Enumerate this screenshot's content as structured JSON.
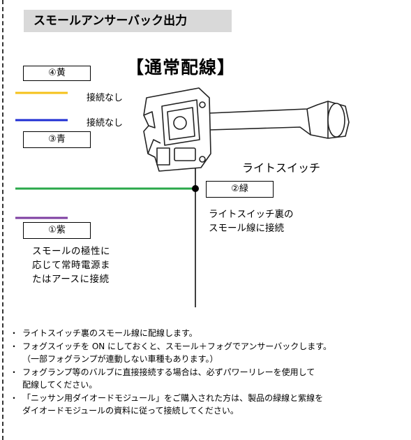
{
  "section_title": "スモールアンサーバック出力",
  "diagram_title": "【通常配線】",
  "wires": [
    {
      "label": "④黄",
      "note": "接続なし",
      "color": "#f5c11a"
    },
    {
      "label": "③青",
      "note": "接続なし",
      "color": "#1f2ed3"
    },
    {
      "label": "②緑",
      "note_lines": [
        "ライトスイッチ裏の",
        "スモール線に接続"
      ],
      "color": "#2aa84a"
    },
    {
      "label": "①紫",
      "note_lines": [
        "スモールの極性に",
        "応じて常時電源ま",
        "たはアースに接続"
      ],
      "color": "#7d3ea1"
    }
  ],
  "switch_label": "ライトスイッチ",
  "notes": [
    {
      "bullet": "・",
      "lines": [
        "ライトスイッチ裏のスモール線に配線します。"
      ]
    },
    {
      "bullet": "・",
      "lines": [
        "フォグスイッチを ON にしておくと、スモール＋フォグでアンサーバックします。",
        "（一部フォグランプが連動しない車種もあります。）"
      ]
    },
    {
      "bullet": "・",
      "lines": [
        "フォグランプ等のバルブに直接接続する場合は、必ずパワーリレーを使用して",
        "配線してください。"
      ]
    },
    {
      "bullet": "・",
      "lines": [
        "「ニッサン用ダイオードモジュール」をご購入された方は、製品の緑線と紫線を",
        "ダイオードモジュールの資料に従って接続してください。"
      ]
    }
  ]
}
